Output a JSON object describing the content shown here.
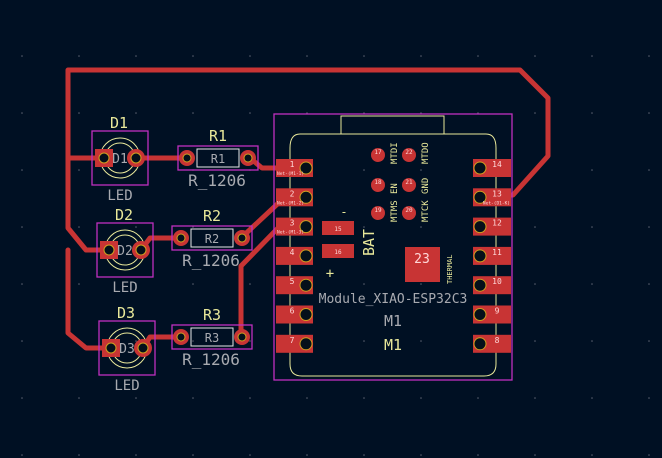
{
  "canvas": {
    "background": "#001023",
    "trace_color": "#c83434",
    "courtyard_color": "#c030c0",
    "silk_color": "#e8e89a",
    "fab_color": "#a8aab0"
  },
  "leds": [
    {
      "ref": "D1",
      "value": "LED",
      "inner": "D1"
    },
    {
      "ref": "D2",
      "value": "LED",
      "inner": "D2"
    },
    {
      "ref": "D3",
      "value": "LED",
      "inner": "D3"
    }
  ],
  "resistors": [
    {
      "ref": "R1",
      "value": "R_1206",
      "inner": "R1"
    },
    {
      "ref": "R2",
      "value": "R_1206",
      "inner": "R2"
    },
    {
      "ref": "R3",
      "value": "R_1206",
      "inner": "R3"
    }
  ],
  "module": {
    "ref": "M1",
    "ref_fab": "M1",
    "value": "Module_XIAO-ESP32C3",
    "left_pads": [
      "1",
      "2",
      "3",
      "4",
      "5",
      "6",
      "7"
    ],
    "right_pads": [
      "14",
      "13",
      "12",
      "11",
      "10",
      "9",
      "8"
    ],
    "left_nets": [
      "Net-(M1-1)",
      "Net-(M1-2)",
      "Net-(M1-3)",
      "",
      "",
      "",
      ""
    ],
    "right_nets": [
      "",
      "Net-(D1-K)",
      "",
      "",
      "",
      "",
      ""
    ],
    "jtag_pads": [
      {
        "num": "17",
        "label": "MTDI"
      },
      {
        "num": "22",
        "label": "MTDO"
      },
      {
        "num": "18",
        "label": "EN"
      },
      {
        "num": "21",
        "label": "GND"
      },
      {
        "num": "19",
        "label": "MTMS"
      },
      {
        "num": "20",
        "label": "MTCK"
      }
    ],
    "bat_pads": [
      "15",
      "16"
    ],
    "bat_label": "BAT",
    "bat_minus": "-",
    "bat_plus": "+",
    "thermal_pad": "23",
    "thermal_label": "THERMAL"
  }
}
